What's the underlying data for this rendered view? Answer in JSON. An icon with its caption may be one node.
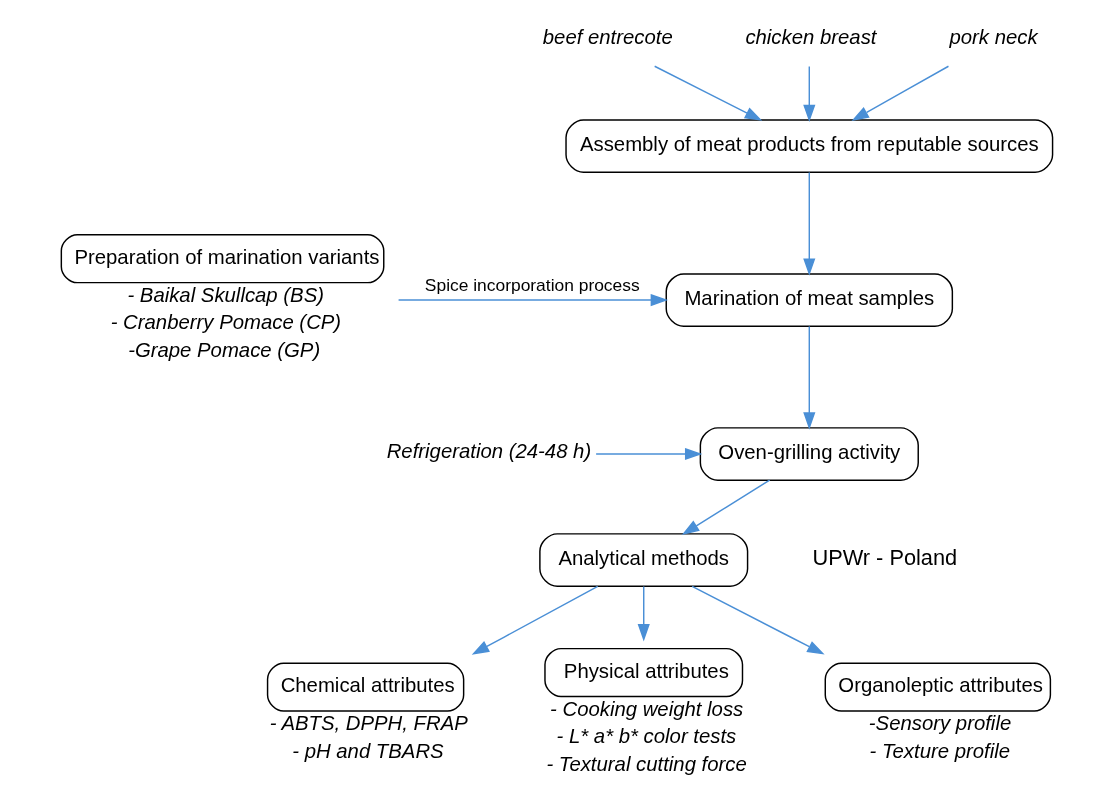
{
  "diagram": {
    "nodes": [
      {
        "text": [
          "beef entrecote"
        ]
      },
      {
        "text": [
          "chicken breast"
        ]
      },
      {
        "text": [
          "pork neck"
        ]
      },
      {
        "text": [
          "Assembly of meat products from reputable sources"
        ]
      },
      {
        "text": [
          "Marination of meat samples"
        ]
      },
      {
        "text": [
          "Refrigeration (24-48 h)"
        ]
      },
      {
        "text": [
          "Oven-grilling activity"
        ]
      },
      {
        "text": [
          "Preparation of marination variants"
        ],
        "beside": [
          "- Baikal Skullcap (BS)",
          "- Cranberry Pomace (CP)",
          "-Grape Pomace (GP)"
        ]
      },
      {
        "text": [
          "Analytical methods"
        ]
      },
      {
        "text": [
          "Chemical attributes"
        ],
        "beside": [
          "- ABTS, DPPH, FRAP",
          "- pH and TBARS"
        ]
      },
      {
        "text": [
          "Physical attributes"
        ],
        "beside": [
          "- Cooking weight loss",
          "- L* a* b* color tests",
          "- Textural cutting force"
        ]
      },
      {
        "text": [
          "Organoleptic attributes"
        ],
        "beside": [
          "-Sensory profile",
          "- Texture profile"
        ]
      }
    ],
    "edges": [
      {
        "from": 0,
        "to": 3,
        "arrow": "to"
      },
      {
        "from": 1,
        "to": 3,
        "arrow": "to"
      },
      {
        "from": 2,
        "to": 3,
        "arrow": "to"
      },
      {
        "from": 3,
        "to": 4,
        "arrow": "to"
      },
      {
        "from": 7,
        "to": 4,
        "arrow": "to",
        "label": "Spice incorporation process"
      },
      {
        "from": 4,
        "to": 6,
        "arrow": "to"
      },
      {
        "from": 5,
        "to": 6,
        "arrow": "to"
      },
      {
        "from": 6,
        "to": 8,
        "arrow": "to"
      },
      {
        "from": 8,
        "to": 9,
        "arrow": "to"
      },
      {
        "from": 8,
        "to": 10,
        "arrow": "to"
      },
      {
        "from": 8,
        "to": 11,
        "arrow": "to"
      }
    ],
    "labels": [
      "UPWr - Poland"
    ]
  }
}
